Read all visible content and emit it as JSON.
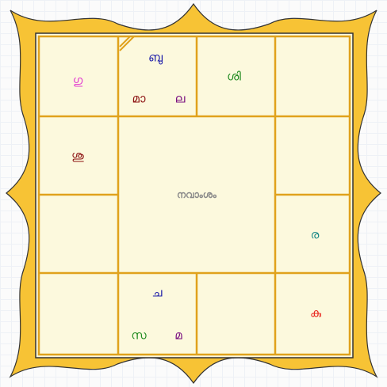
{
  "chart": {
    "title": "നവാംശം",
    "colors": {
      "frame_fill": "#f7c335",
      "frame_stroke": "#333333",
      "grid_line": "#e0a21c",
      "box_fill": "#fcf9dd",
      "magenta": "#e23bd1",
      "maroon": "#8b1010",
      "blue": "#1a1aa8",
      "purple": "#7a1080",
      "green": "#1f8a1f",
      "teal": "#138686",
      "red": "#e8251e"
    },
    "houses": [
      {
        "id": "h1",
        "planets": [
          {
            "text": "ഗു",
            "color": "magenta"
          }
        ]
      },
      {
        "id": "h2",
        "planets": [
          {
            "text": "ബു",
            "color": "blue"
          },
          {
            "text": "മാ",
            "color": "maroon"
          },
          {
            "text": "ല",
            "color": "purple"
          }
        ]
      },
      {
        "id": "h3",
        "planets": [
          {
            "text": "ശി",
            "color": "green"
          }
        ]
      },
      {
        "id": "h4",
        "planets": []
      },
      {
        "id": "h5",
        "planets": [
          {
            "text": "ശു",
            "color": "maroon"
          }
        ]
      },
      {
        "id": "h6",
        "planets": []
      },
      {
        "id": "h7",
        "planets": []
      },
      {
        "id": "h8",
        "planets": [
          {
            "text": "ര",
            "color": "teal"
          }
        ]
      },
      {
        "id": "h9",
        "planets": []
      },
      {
        "id": "h10",
        "planets": [
          {
            "text": "ച",
            "color": "blue"
          },
          {
            "text": "സ",
            "color": "green"
          },
          {
            "text": "മ",
            "color": "purple"
          }
        ]
      },
      {
        "id": "h11",
        "planets": []
      },
      {
        "id": "h12",
        "planets": [
          {
            "text": "കു",
            "color": "red"
          }
        ]
      }
    ]
  }
}
